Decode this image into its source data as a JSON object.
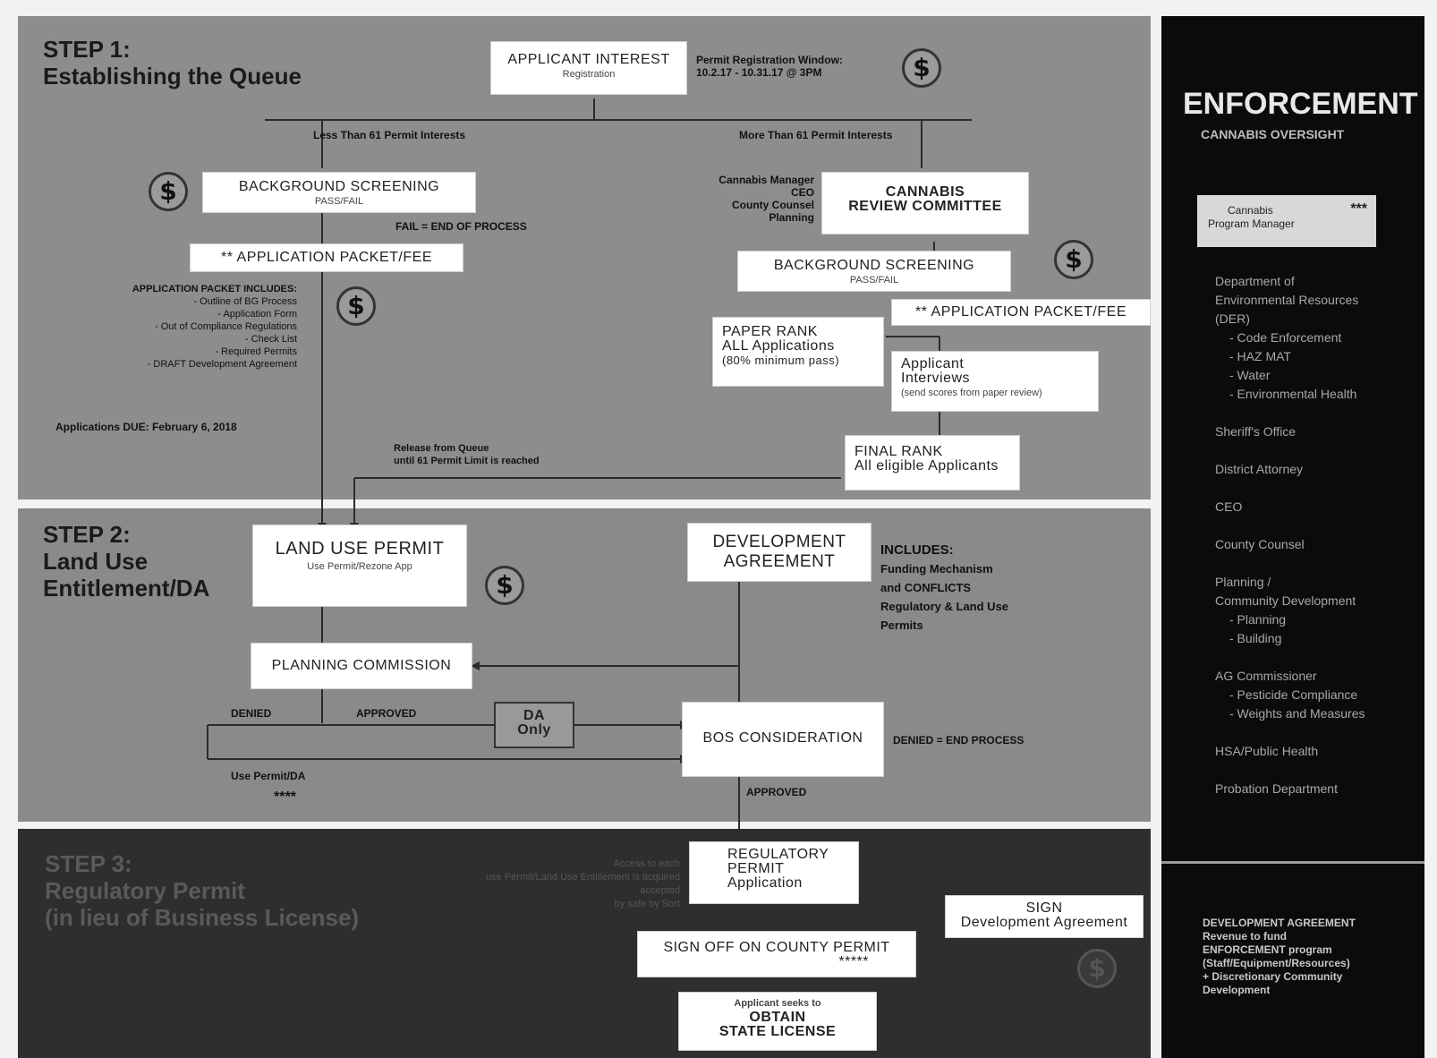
{
  "step1": {
    "line1": "STEP 1:",
    "line2": "Establishing the Queue"
  },
  "step2": {
    "line1": "STEP 2:",
    "line2": "Land Use",
    "line3": "Entitlement/DA"
  },
  "step3": {
    "line1": "STEP 3:",
    "line2": "Regulatory Permit",
    "line3": "(in lieu of Business License)"
  },
  "currency_symbol": "$",
  "nodes": {
    "applicant_interest": {
      "title": "APPLICANT INTEREST",
      "sub": "Registration"
    },
    "registration_window": {
      "line1": "Permit Registration Window:",
      "line2": "10.2.17 - 10.31.17 @ 3PM"
    },
    "bg_screening_left": {
      "title": "BACKGROUND SCREENING",
      "sub": "PASS/FAIL"
    },
    "fail_end": "FAIL = END OF PROCESS",
    "app_packet_left": "** APPLICATION PACKET/FEE",
    "crc": {
      "line1": "CANNABIS",
      "line2": "REVIEW COMMITTEE"
    },
    "crc_members": [
      "Cannabis Manager",
      "CEO",
      "County Counsel",
      "Planning"
    ],
    "bg_screening_right": {
      "title": "BACKGROUND SCREENING",
      "sub": "PASS/FAIL"
    },
    "app_packet_right": "** APPLICATION PACKET/FEE",
    "paper_rank": {
      "line1": "PAPER RANK",
      "line2": "ALL Applications",
      "line3": "(80% minimum pass)"
    },
    "interviews": {
      "line1": "Applicant",
      "line2": "Interviews",
      "line3": "(send scores from paper review)"
    },
    "final_rank": {
      "line1": "FINAL RANK",
      "line2": "All eligible Applicants"
    },
    "release_queue": {
      "line1": "Release from Queue",
      "line2": "until 61 Permit Limit is reached"
    },
    "land_use_permit": {
      "title": "LAND USE PERMIT",
      "sub": "Use Permit/Rezone App"
    },
    "dev_agreement": {
      "line1": "DEVELOPMENT",
      "line2": "AGREEMENT"
    },
    "includes": {
      "line1": "INCLUDES:",
      "line2": "Funding Mechanism",
      "line3": "and CONFLICTS",
      "line4": "Regulatory & Land Use",
      "line5": "Permits"
    },
    "planning_commission": "PLANNING COMMISSION",
    "da_only": {
      "line1": "DA",
      "line2": "Only"
    },
    "bos": "BOS CONSIDERATION",
    "denied_end": "DENIED = END PROCESS",
    "use_permit_da": "Use Permit/DA",
    "four_star": "****",
    "regulatory_permit": {
      "line1": "REGULATORY",
      "line2": "PERMIT",
      "line3": "Application"
    },
    "sign_da": {
      "line1": "SIGN",
      "line2": "Development Agreement"
    },
    "sign_off": {
      "title": "SIGN OFF ON COUNTY PERMIT",
      "stars": "*****"
    },
    "state_license": {
      "line1": "Applicant seeks to",
      "line2": "OBTAIN",
      "line3": "STATE LICENSE"
    },
    "step3_note": {
      "line1": "Access to each",
      "line2": "use Permit/Land Use Entitlement is acquired",
      "line3": "accepted",
      "line4": "by safe by Sort"
    }
  },
  "edge_labels": {
    "less_than": "Less Than 61 Permit Interests",
    "more_than": "More Than 61 Permit Interests",
    "denied": "DENIED",
    "approved": "APPROVED",
    "approved2": "APPROVED"
  },
  "packet_includes": {
    "heading": "APPLICATION PACKET INCLUDES:",
    "items": [
      "- Outline of BG Process",
      "- Application Form",
      "- Out of Compliance Regulations",
      "- Check List",
      "- Required Permits",
      "- DRAFT Development Agreement"
    ],
    "due": "Applications DUE: February 6, 2018"
  },
  "enforcement": {
    "title": "ENFORCEMENT",
    "subtitle": "CANNABIS OVERSIGHT",
    "manager": {
      "line1": "Cannabis",
      "line2": "Program Manager",
      "stars": "***"
    },
    "agencies": [
      "Department of",
      "Environmental Resources",
      "(DER)",
      "- Code Enforcement",
      "- HAZ MAT",
      "- Water",
      "- Environmental Health",
      "Sheriff's Office",
      "District Attorney",
      "CEO",
      "County Counsel",
      "Planning /",
      "Community Development",
      "- Planning",
      "- Building",
      "AG Commissioner",
      "- Pesticide Compliance",
      "- Weights and Measures",
      "HSA/Public Health",
      "Probation Department"
    ],
    "footer": [
      "DEVELOPMENT AGREEMENT",
      "Revenue to fund",
      "ENFORCEMENT program",
      "(Staff/Equipment/Resources)",
      "+ Discretionary Community",
      "Development"
    ]
  },
  "colors": {
    "step1_bg": "#8d8d8d",
    "step2_bg": "#8a8a8a",
    "step3_bg": "#2a2a2a",
    "enforcement_bg": "#0b0b0b"
  }
}
